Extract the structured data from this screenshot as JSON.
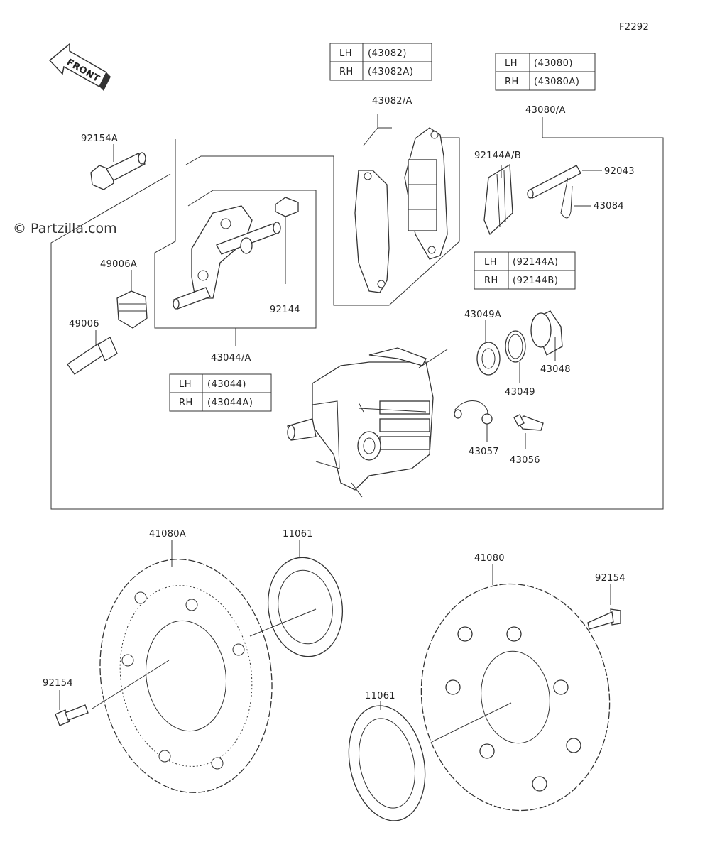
{
  "figure_code": "F2292",
  "watermark": "© Partzilla.com",
  "front_arrow": "FRONT",
  "tables": {
    "t43082": {
      "rows": [
        [
          "LH",
          "(43082)"
        ],
        [
          "RH",
          "(43082A)"
        ]
      ]
    },
    "t43080": {
      "rows": [
        [
          "LH",
          "(43080)"
        ],
        [
          "RH",
          "(43080A)"
        ]
      ]
    },
    "t92144": {
      "rows": [
        [
          "LH",
          "(92144A)"
        ],
        [
          "RH",
          "(92144B)"
        ]
      ]
    },
    "t43044": {
      "rows": [
        [
          "LH",
          "(43044)"
        ],
        [
          "RH",
          "(43044A)"
        ]
      ]
    }
  },
  "callouts": {
    "c92154A": "92154A",
    "c43082A": "43082/A",
    "c43080A": "43080/A",
    "c92144AB": "92144A/B",
    "c92043": "92043",
    "c43084": "43084",
    "c49006A": "49006A",
    "c49006": "49006",
    "c92144": "92144",
    "c43044A": "43044/A",
    "c43049A": "43049A",
    "c43048": "43048",
    "c43049": "43049",
    "c43057": "43057",
    "c43056": "43056",
    "c41080A": "41080A",
    "c11061a": "11061",
    "c41080": "41080",
    "c92154b": "92154",
    "c92154a": "92154",
    "c11061b": "11061"
  }
}
